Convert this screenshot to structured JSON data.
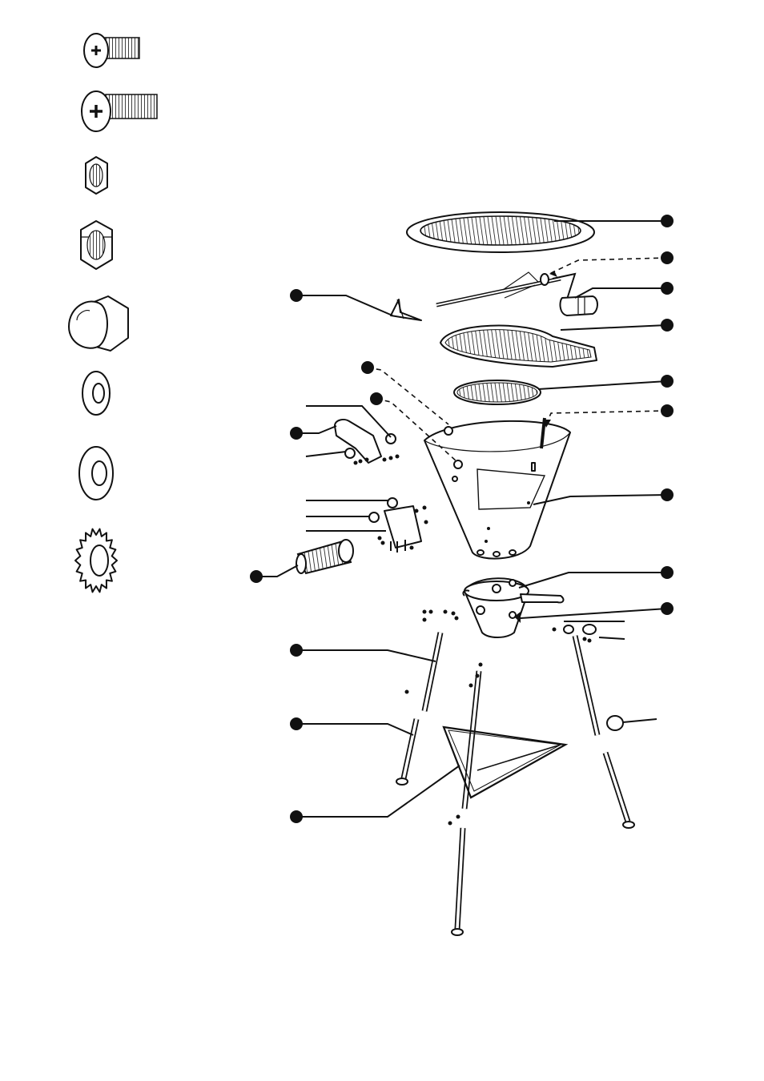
{
  "colors": {
    "ink": "#111111",
    "paper": "#ffffff"
  },
  "hardware_icons": [
    "screw-short-icon",
    "screw-long-icon",
    "nut-small-icon",
    "nut-large-icon",
    "cap-nut-icon",
    "washer-small-icon",
    "washer-large-icon",
    "lock-washer-icon"
  ],
  "parts": [
    "cooking-grill",
    "rotisserie-spit",
    "spit-handle",
    "rotisserie-fork",
    "charcoal-grate",
    "fire-grate",
    "bowl-hook",
    "cone-bowl",
    "ash-catcher",
    "vent-slider",
    "handle-bracket",
    "lighter-cylinder",
    "leg-upper",
    "leg-lower",
    "leg-brace"
  ]
}
